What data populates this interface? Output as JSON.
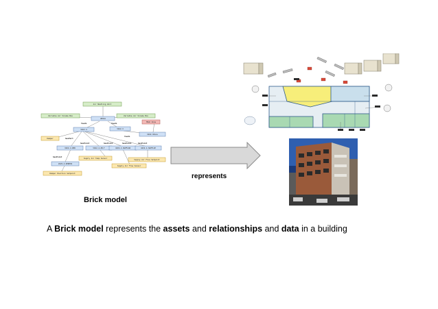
{
  "caption_brick": "Brick model",
  "arrow_label": "represents",
  "bottom_sentence": {
    "p1": "A ",
    "b1": "Brick model",
    "p2": " represents the ",
    "b2": "assets",
    "p3": " and ",
    "b3": "relationships",
    "p4": " and ",
    "b4": "data",
    "p5": " in a building"
  },
  "graph": {
    "nodes": {
      "n_top": "Air Handling Unit",
      "n_vav_bl": "Variable Air Volume Box",
      "n_ahu": "AHU1A",
      "n_vav_br": "Variable Air Volume Box",
      "n_zone": "HVAC Zone",
      "n_vav4": "VAV2-4",
      "n_vav3": "VAV2-3",
      "n_zone2": "VAV2-3Zone",
      "n_damper": "Damper",
      "n_dpr": "VAV2-4.DPR",
      "n_znt": "VAV2-4.ZN-T",
      "n_suplow": "VAV2-4.SUPFLOW",
      "n_supsp": "VAV2-4.SUPFLSP",
      "n_satemp": "Supply Air Temp Sensor",
      "n_saflow": "Supply Air Flow Sensor",
      "n_sasp": "Supply Air Flow Setpoint",
      "n_dprpos": "VAV2-4.DPRPOS",
      "n_dppos": "Damper Position Setpoint"
    },
    "edges": {
      "feeds1": "feeds",
      "feeds2": "feeds",
      "feeds3": "feeds",
      "hasPart": "hasPart",
      "hasPoint1": "hasPoint",
      "hasPoint2": "hasPoint",
      "hasPoint3": "hasPoint",
      "hasPoint4": "hasPoint",
      "hasPoint5": "hasPoint"
    }
  },
  "colors": {
    "node_blue": "#cfe0f5",
    "node_green": "#d6ecc8",
    "node_yellow": "#fbe7b0",
    "node_red": "#f2b8b5",
    "arrow_fill": "#d9d9d9",
    "arrow_stroke": "#8a8a8a"
  }
}
